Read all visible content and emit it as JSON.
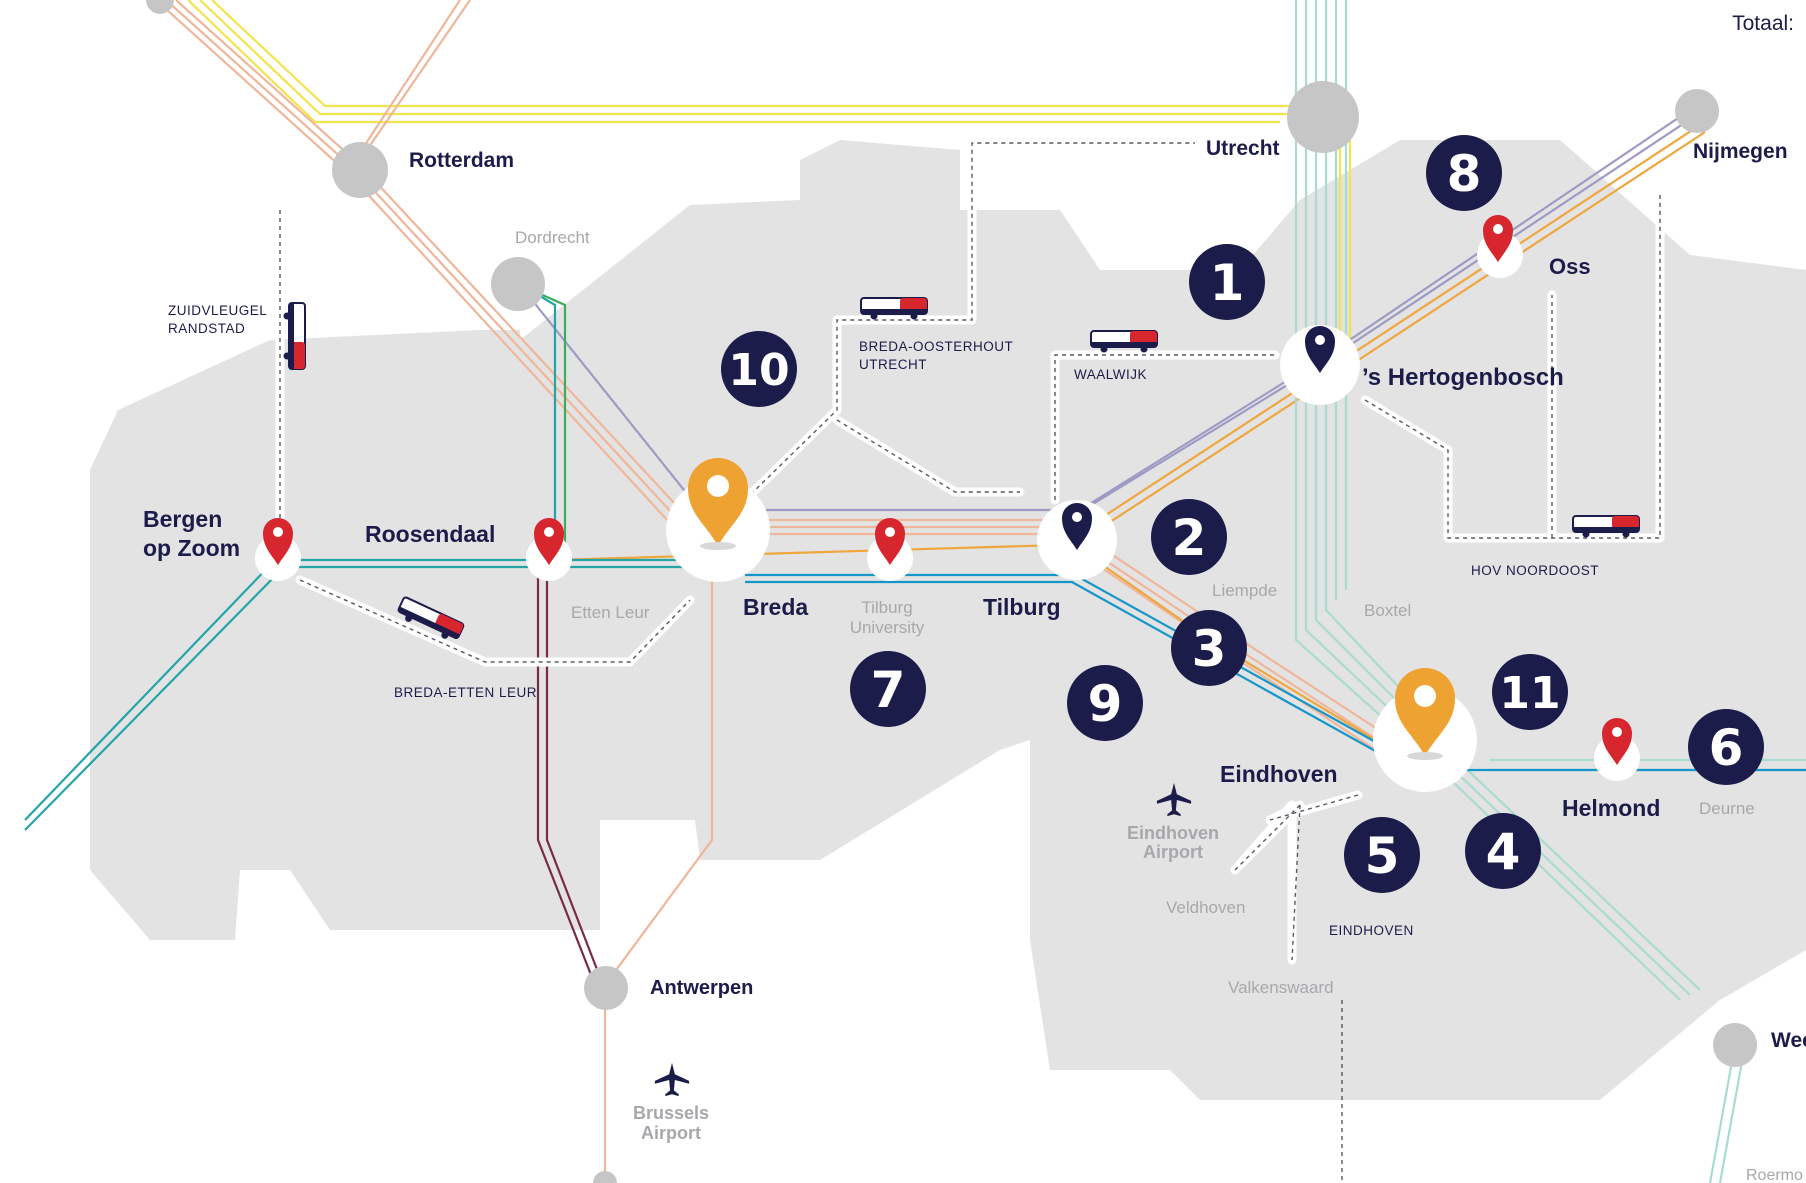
{
  "header": {
    "total_label": "Totaal:"
  },
  "colors": {
    "region": "#e3e3e3",
    "navy": "#1c1c4a",
    "marker_orange": "#eda232",
    "marker_red": "#d7262e",
    "line_yellow": "#f2e44a",
    "line_salmon": "#f0b69a",
    "line_orange": "#efa63c",
    "line_purple": "#9d9ac4",
    "line_teal": "#23a4a8",
    "line_blue": "#1797c9",
    "line_mint": "#a8dcd0",
    "line_green": "#3aae5a",
    "line_maroon": "#7b2b45"
  },
  "cities": {
    "rotterdam": "Rotterdam",
    "utrecht": "Utrecht",
    "nijmegen": "Nijmegen",
    "oss": "Oss",
    "den_bosch": "’s Hertogenbosch",
    "bergen_line1": "Bergen",
    "bergen_line2": "op Zoom",
    "roosendaal": "Roosendaal",
    "breda": "Breda",
    "tilburg": "Tilburg",
    "eindhoven": "Eindhoven",
    "helmond": "Helmond",
    "antwerpen": "Antwerpen",
    "weert": "Wee"
  },
  "minor_places": {
    "dordrecht": "Dordrecht",
    "etten_leur": "Etten Leur",
    "tilburg_univ_1": "Tilburg",
    "tilburg_univ_2": "University",
    "liempde": "Liempde",
    "boxtel": "Boxtel",
    "deurne": "Deurne",
    "veldhoven": "Veldhoven",
    "valkenswaard": "Valkenswaard",
    "roermond": "Roermo",
    "eindhoven_airport_1": "Eindhoven",
    "eindhoven_airport_2": "Airport",
    "brussels_airport_1": "Brussels",
    "brussels_airport_2": "Airport"
  },
  "routes": {
    "zuidvleugel_1": "ZUIDVLEUGEL",
    "zuidvleugel_2": "RANDSTAD",
    "breda_oosterhout_1": "BREDA-OOSTERHOUT",
    "breda_oosterhout_2": "UTRECHT",
    "waalwijk": "WAALWIJK",
    "breda_etten_leur": "BREDA-ETTEN LEUR",
    "hov_noordoost": "HOV NOORDOOST",
    "eindhoven_bus": "EINDHOVEN"
  },
  "badges": {
    "b1": "1",
    "b2": "2",
    "b3": "3",
    "b4": "4",
    "b5": "5",
    "b6": "6",
    "b7": "7",
    "b8": "8",
    "b9": "9",
    "b10": "10",
    "b11": "11"
  },
  "icons": {
    "bus": "bus-icon",
    "plane": "airplane-icon",
    "pin": "map-pin-icon"
  }
}
